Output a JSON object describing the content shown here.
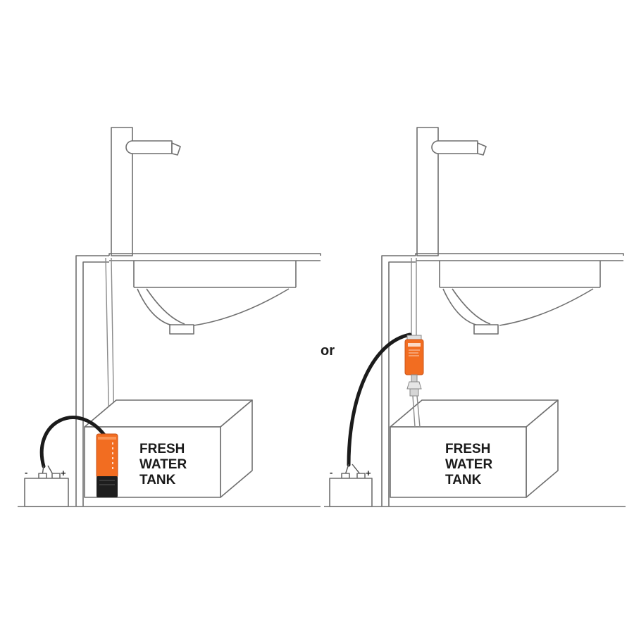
{
  "left_scene": {
    "tank_label_lines": [
      "FRESH",
      "WATER",
      "TANK"
    ],
    "battery_terminals": {
      "negative": "-",
      "positive": "+"
    }
  },
  "separator": {
    "label": "or"
  },
  "right_scene": {
    "tank_label_lines": [
      "FRESH",
      "WATER",
      "TANK"
    ],
    "battery_terminals": {
      "negative": "-",
      "positive": "+"
    }
  },
  "colors": {
    "pump_orange": "#f26d21",
    "pump_base": "#1e1e1e",
    "line": "#6f6f6f",
    "cable": "#1b1b1b"
  }
}
